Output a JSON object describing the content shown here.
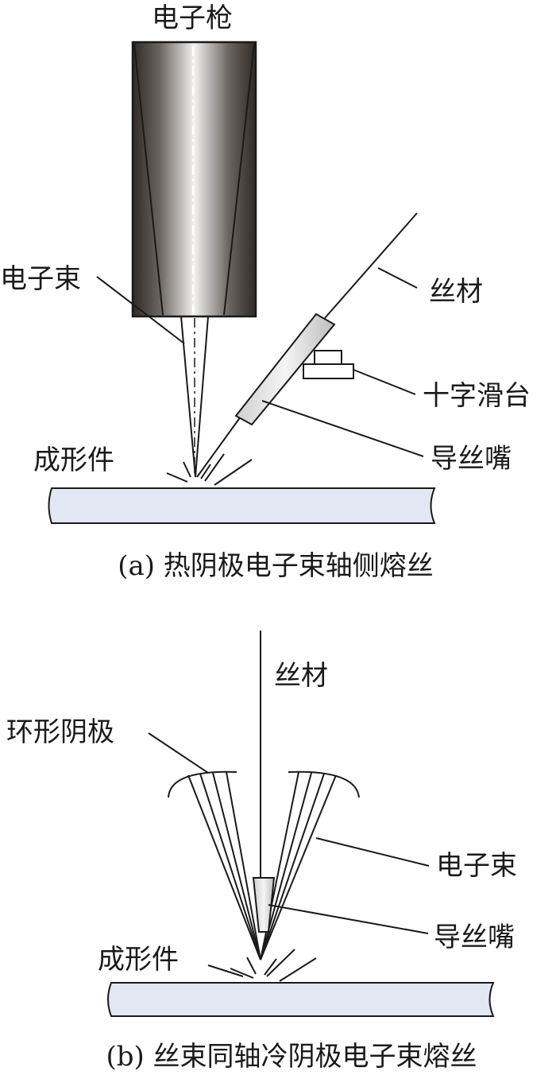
{
  "panel_a": {
    "gun_label": "电子枪",
    "beam_label": "电子束",
    "wire_label": "丝材",
    "slide_label": "十字滑台",
    "nozzle_label": "导丝嘴",
    "part_label": "成形件",
    "caption": "(a) 热阴极电子束轴侧熔丝"
  },
  "panel_b": {
    "wire_label": "丝材",
    "cathode_label": "环形阴极",
    "beam_label": "电子束",
    "nozzle_label": "导丝嘴",
    "part_label": "成形件",
    "caption": "(b) 丝束同轴冷阴极电子束熔丝"
  }
}
